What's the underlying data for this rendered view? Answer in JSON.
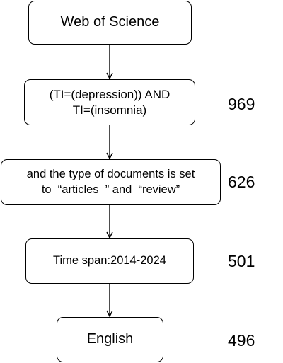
{
  "flowchart": {
    "source": {
      "label": "Web of Science"
    },
    "steps": [
      {
        "lines": [
          "(TI=(depression)) AND",
          "TI=(insomnia)"
        ],
        "count": "969"
      },
      {
        "lines": [
          "and the type of documents is set",
          "to  “articles  ” and  “review”"
        ],
        "count": "626"
      },
      {
        "lines": [
          "Time span:2014-2024"
        ],
        "count": "501"
      },
      {
        "lines": [
          "English"
        ],
        "count": "496"
      }
    ]
  },
  "style": {
    "line_color": "#000000",
    "box_fill": "#ffffff"
  }
}
